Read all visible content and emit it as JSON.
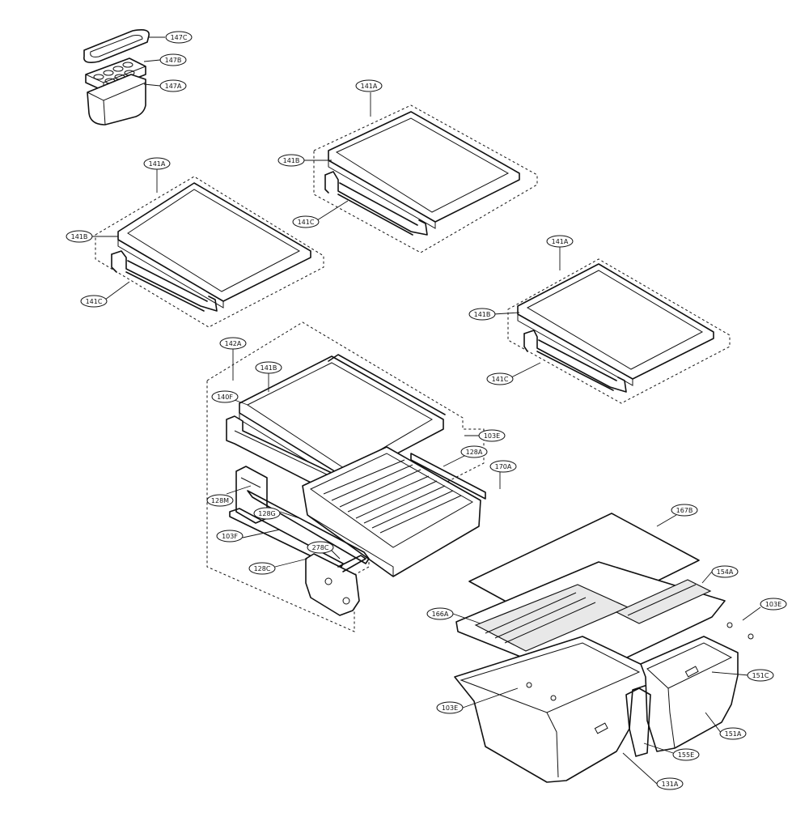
{
  "callouts": {
    "c147c": "147C",
    "c147b": "147B",
    "c147a": "147A",
    "c141a_1": "141A",
    "c141b_1": "141B",
    "c141c_1": "141C",
    "c141a_2": "141A",
    "c141b_2": "141B",
    "c141c_2": "141C",
    "c141a_3": "141A",
    "c141b_3": "141B",
    "c141c_3": "141C",
    "c142a": "142A",
    "c141b_4": "141B",
    "c140f": "140F",
    "c103e_1": "103E",
    "c128a": "128A",
    "c170a": "170A",
    "c128m": "128M",
    "c128g": "128G",
    "c103f": "103F",
    "c278c": "278C",
    "c128c": "128C",
    "c167b": "167B",
    "c154a": "154A",
    "c103e_2": "103E",
    "c166a": "166A",
    "c151c": "151C",
    "c103e_3": "103E",
    "c151a": "151A",
    "c155e": "155E",
    "c131a": "131A"
  }
}
